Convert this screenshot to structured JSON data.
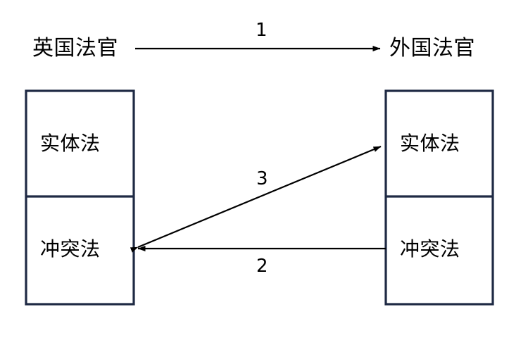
{
  "diagram": {
    "title": "",
    "colors": {
      "box_stroke": "#1F2A44",
      "arrow_stroke": "#000000",
      "background": "#FFFFFF",
      "text": "#000000"
    },
    "actors": [
      {
        "id": "source",
        "label": "英国法官"
      },
      {
        "id": "target",
        "label": "外国法官"
      }
    ],
    "boxes": [
      {
        "id": "left-box",
        "owner": "英国法官",
        "cells": [
          {
            "id": "left-top",
            "label": "实体法"
          },
          {
            "id": "left-bottom",
            "label": "冲突法"
          }
        ]
      },
      {
        "id": "right-box",
        "owner": "外国法官",
        "cells": [
          {
            "id": "right-top",
            "label": "实体法"
          },
          {
            "id": "right-bottom",
            "label": "冲突法"
          }
        ]
      }
    ],
    "edges": [
      {
        "id": "edge-1",
        "label": "1",
        "from": "英国法官",
        "to": "外国法官",
        "direction": "right",
        "heads": 1,
        "style": "straight"
      },
      {
        "id": "edge-2",
        "label": "2",
        "from": "外国法官 冲突法",
        "to": "英国法官 冲突法",
        "direction": "left",
        "heads": 1,
        "style": "straight"
      },
      {
        "id": "edge-3",
        "label": "3",
        "from": "英国法官 冲突法",
        "to": "外国法官 实体法",
        "direction": "both",
        "heads": 2,
        "style": "diagonal"
      }
    ]
  }
}
